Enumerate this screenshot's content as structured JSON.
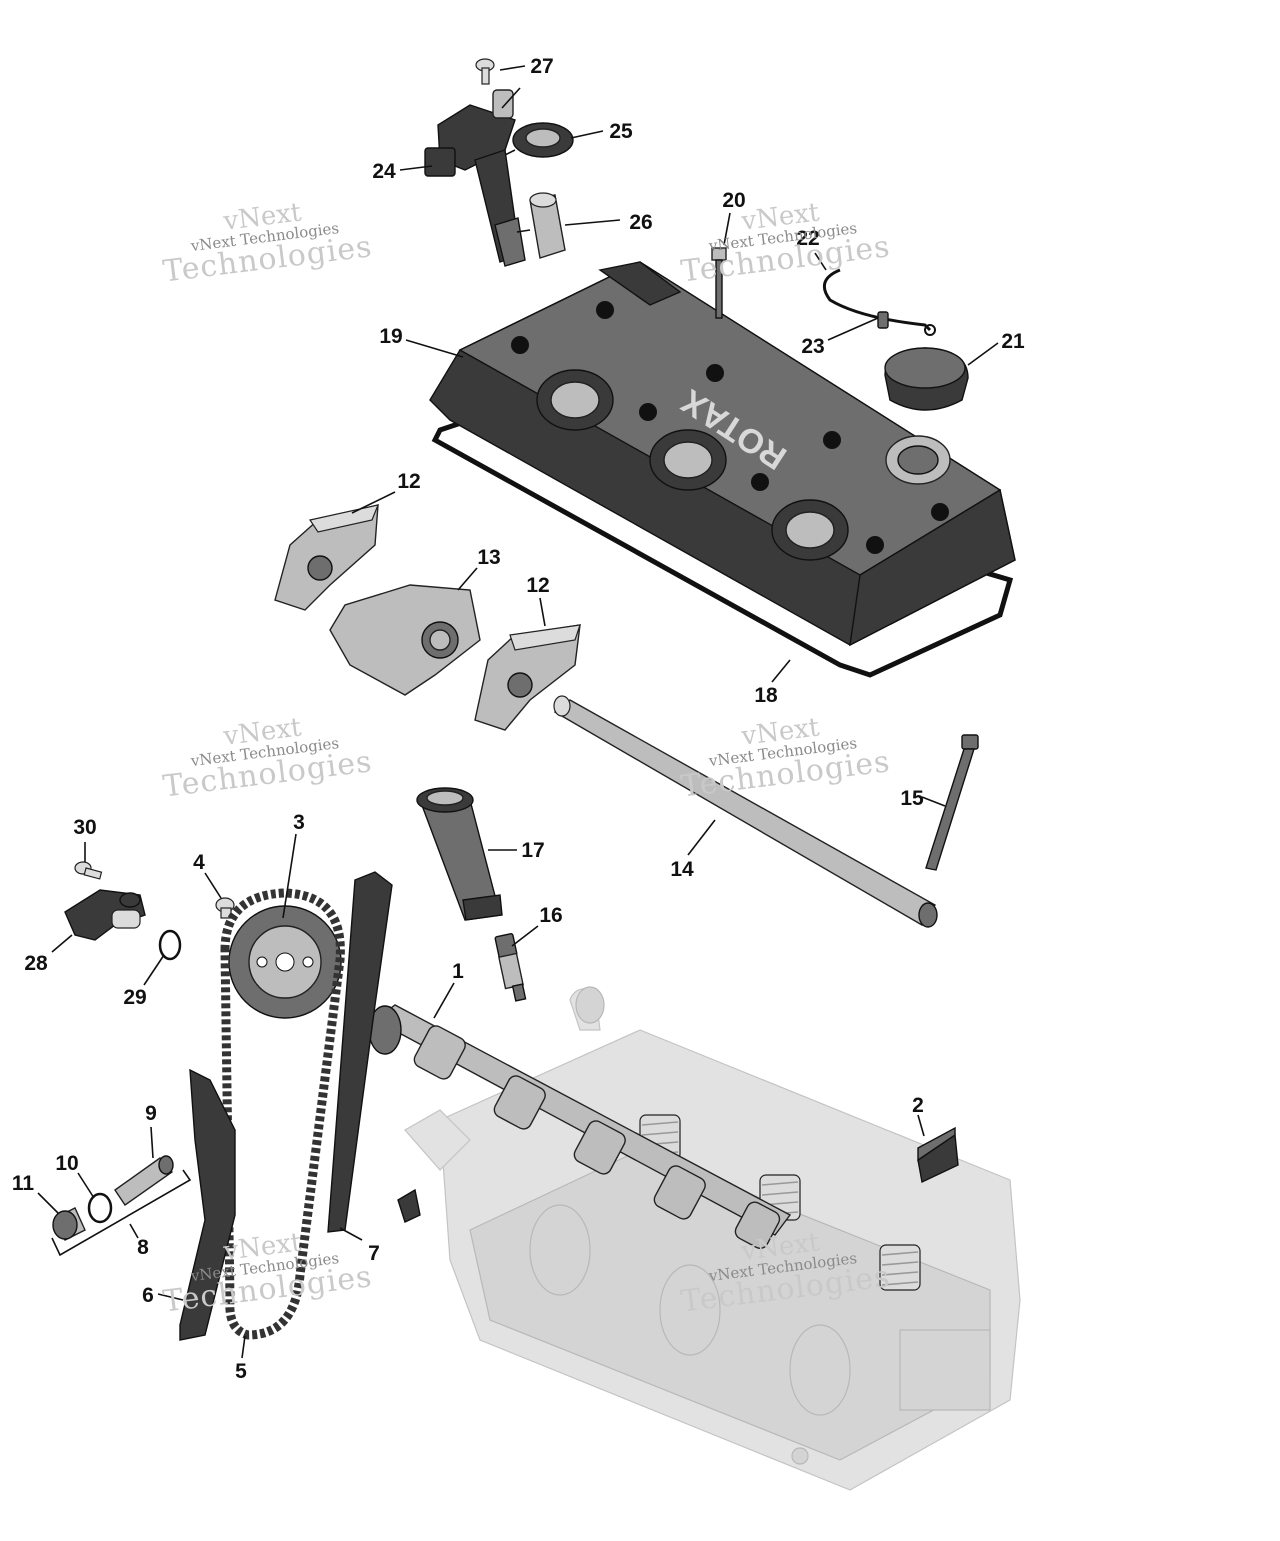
{
  "brand_text": "ROTAX",
  "watermark": {
    "line1": "vNext",
    "line2": "vNext Technologies",
    "line3": "Technologies"
  },
  "callouts": [
    "1",
    "2",
    "3",
    "4",
    "5",
    "6",
    "7",
    "8",
    "9",
    "10",
    "11",
    "12",
    "12",
    "13",
    "14",
    "15",
    "16",
    "17",
    "18",
    "19",
    "20",
    "21",
    "22",
    "23",
    "24",
    "25",
    "26",
    "27",
    "28",
    "29",
    "30"
  ],
  "colors": {
    "part_dark": "#3a3a3a",
    "part_mid": "#6e6e6e",
    "part_light": "#bdbdbd",
    "ghost": "#e2e2e2",
    "watermark": "#c9c9c9"
  }
}
